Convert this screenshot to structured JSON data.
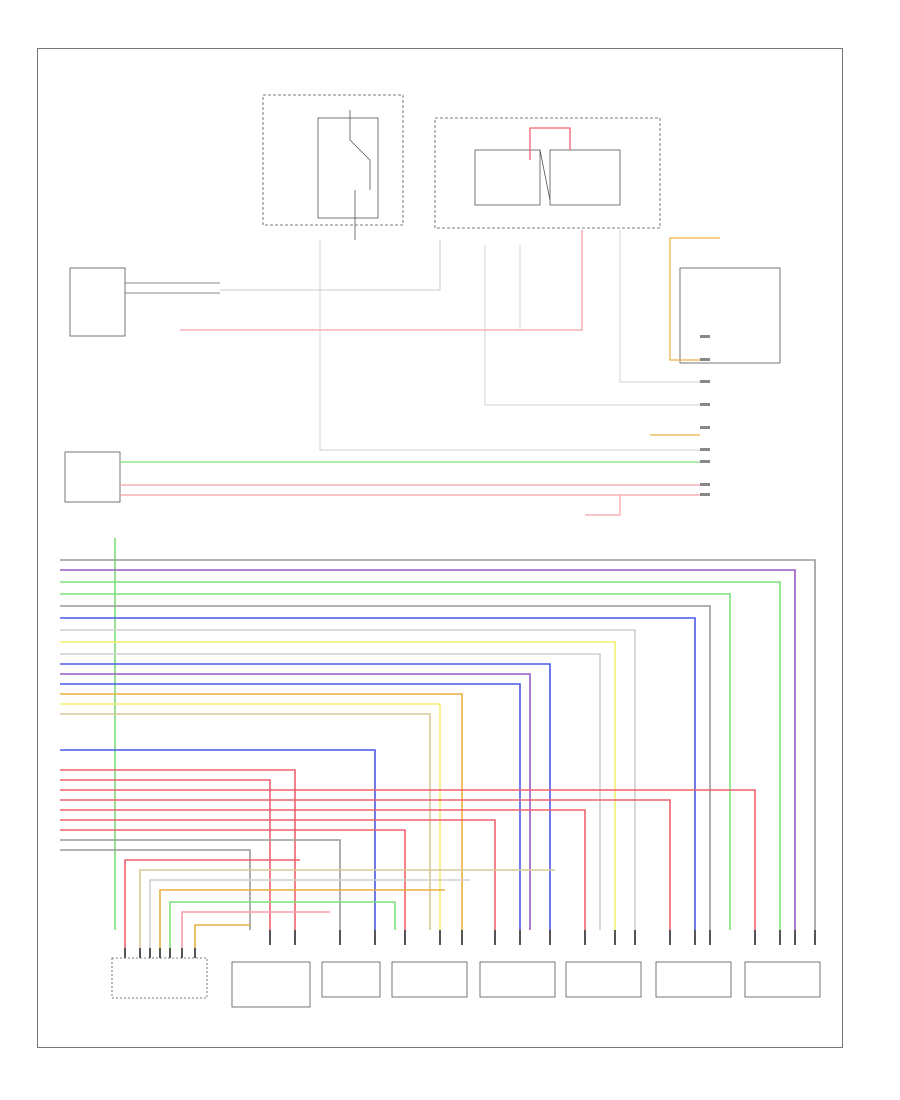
{
  "figure_id": "",
  "colors": {
    "red": "#f0606e",
    "pink": "#f6a0a8",
    "green": "#7fe07a",
    "blue": "#4a5ae8",
    "purple": "#9a5ac8",
    "yellow": "#f2ee70",
    "orange": "#eab040",
    "gray": "#9a9a9a",
    "light_gray": "#cfcfcf",
    "tan": "#d8c898"
  },
  "components": [
    {
      "id": "left-relay-box",
      "label": ""
    },
    {
      "id": "center-relay-box",
      "label": ""
    },
    {
      "id": "engine-control-module",
      "label": ""
    },
    {
      "id": "left-front-connector",
      "label": ""
    },
    {
      "id": "climate-control-unit",
      "label": ""
    },
    {
      "id": "left-connector-pins",
      "label": ""
    },
    {
      "id": "photo-sensor",
      "label": ""
    },
    {
      "id": "in-car-temp-sensor",
      "label": ""
    },
    {
      "id": "left-temp-door-actuator",
      "label": ""
    },
    {
      "id": "mode-door-actuator",
      "label": ""
    },
    {
      "id": "right-temp-door-actuator",
      "label": ""
    },
    {
      "id": "intake-door-actuator",
      "label": ""
    },
    {
      "id": "defrost-door-actuator",
      "label": ""
    }
  ]
}
